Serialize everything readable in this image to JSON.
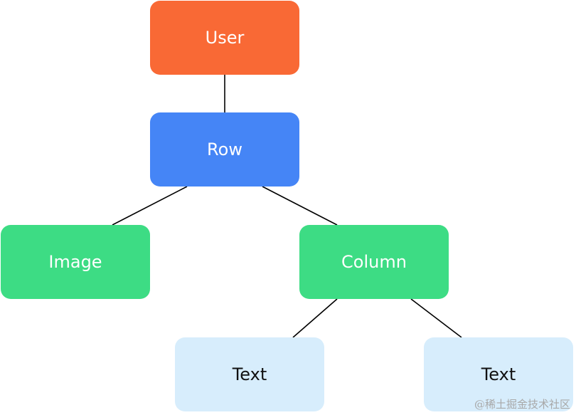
{
  "diagram": {
    "nodes": {
      "user": {
        "label": "User",
        "fill": "#f96935",
        "text_color": "#ffffff"
      },
      "row": {
        "label": "Row",
        "fill": "#4585f6",
        "text_color": "#ffffff"
      },
      "image": {
        "label": "Image",
        "fill": "#3ddc84",
        "text_color": "#ffffff"
      },
      "column": {
        "label": "Column",
        "fill": "#3ddc84",
        "text_color": "#ffffff"
      },
      "text_1": {
        "label": "Text",
        "fill": "#d7edfc",
        "text_color": "#111111"
      },
      "text_2": {
        "label": "Text",
        "fill": "#d7edfc",
        "text_color": "#111111"
      }
    },
    "edges": [
      {
        "from": "user",
        "to": "row"
      },
      {
        "from": "row",
        "to": "image"
      },
      {
        "from": "row",
        "to": "column"
      },
      {
        "from": "column",
        "to": "text_1"
      },
      {
        "from": "column",
        "to": "text_2"
      }
    ],
    "edge_color": "#000000"
  },
  "watermark": "@稀土掘金技术社区"
}
